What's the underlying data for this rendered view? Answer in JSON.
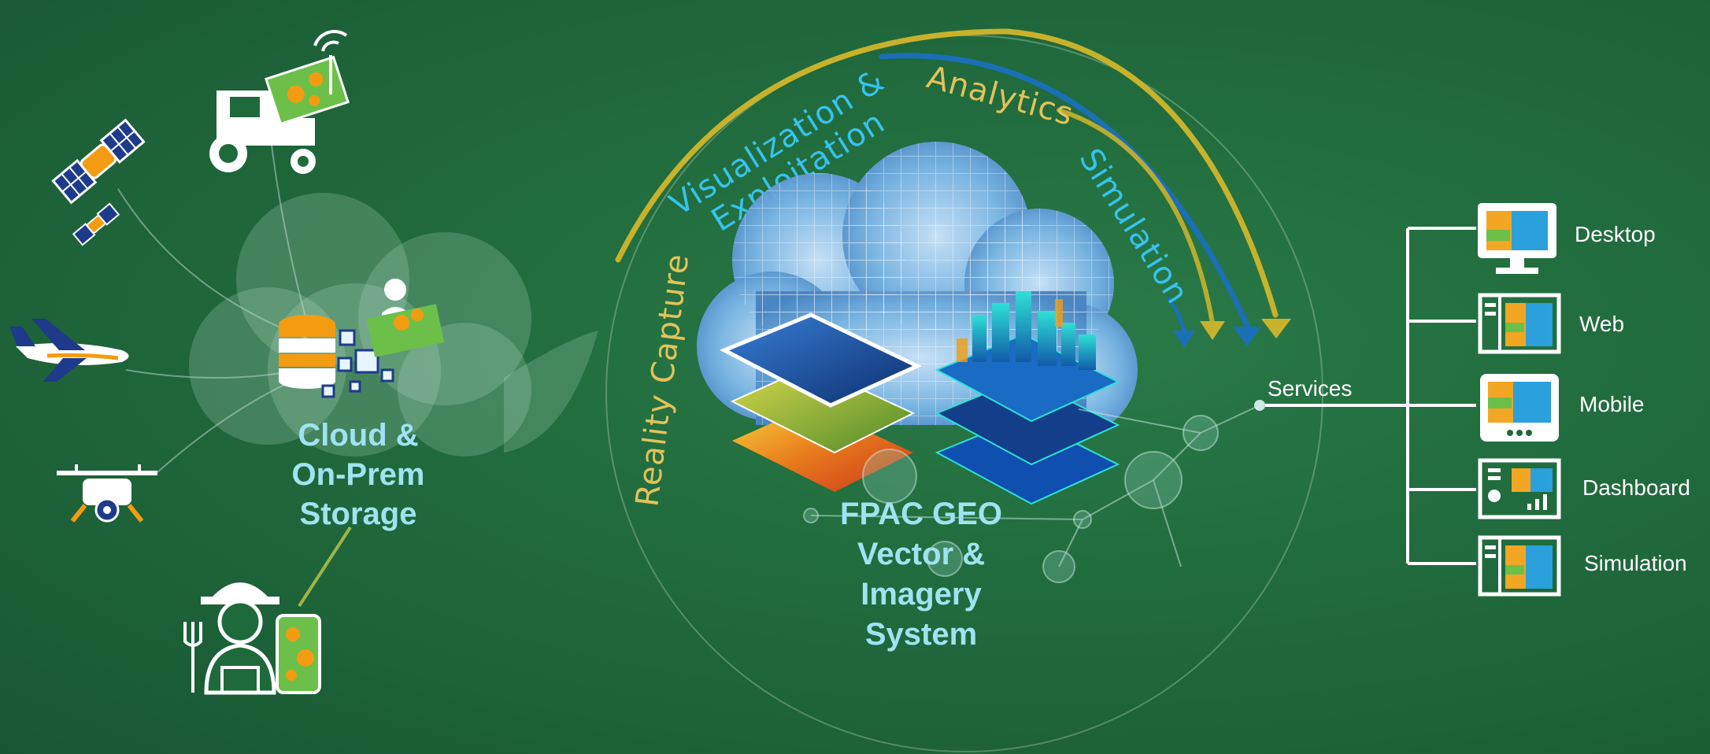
{
  "arcs": {
    "reality_capture": "Reality Capture",
    "viz_line1": "Visualization &",
    "viz_line2": "Exploitation",
    "analytics": "Analytics",
    "simulation": "Simulation"
  },
  "storage": {
    "line1": "Cloud &",
    "line2": "On-Prem",
    "line3": "Storage"
  },
  "core": {
    "line1": "FPAC GEO",
    "line2": "Vector &",
    "line3": "Imagery",
    "line4": "System"
  },
  "services": {
    "label": "Services",
    "outputs": [
      "Desktop",
      "Web",
      "Mobile",
      "Dashboard",
      "Simulation"
    ]
  },
  "colors": {
    "background": "#1f6a3b",
    "arc_gold": "#c8b22c",
    "arc_blue": "#1b6fb5",
    "label_gold": "#e3c25a",
    "label_cyan": "#36c3ee",
    "title_cyan": "#9fe3f2",
    "icon_blue": "#1e3a8a",
    "icon_orange": "#f39c12"
  },
  "icons": [
    "satellite-icon",
    "tractor-icon",
    "airplane-icon",
    "drone-icon",
    "farmer-icon",
    "database-icon",
    "cloud-icon",
    "layers-icon",
    "city-icon",
    "desktop-icon",
    "web-icon",
    "mobile-icon",
    "dashboard-icon",
    "simulation-icon"
  ]
}
